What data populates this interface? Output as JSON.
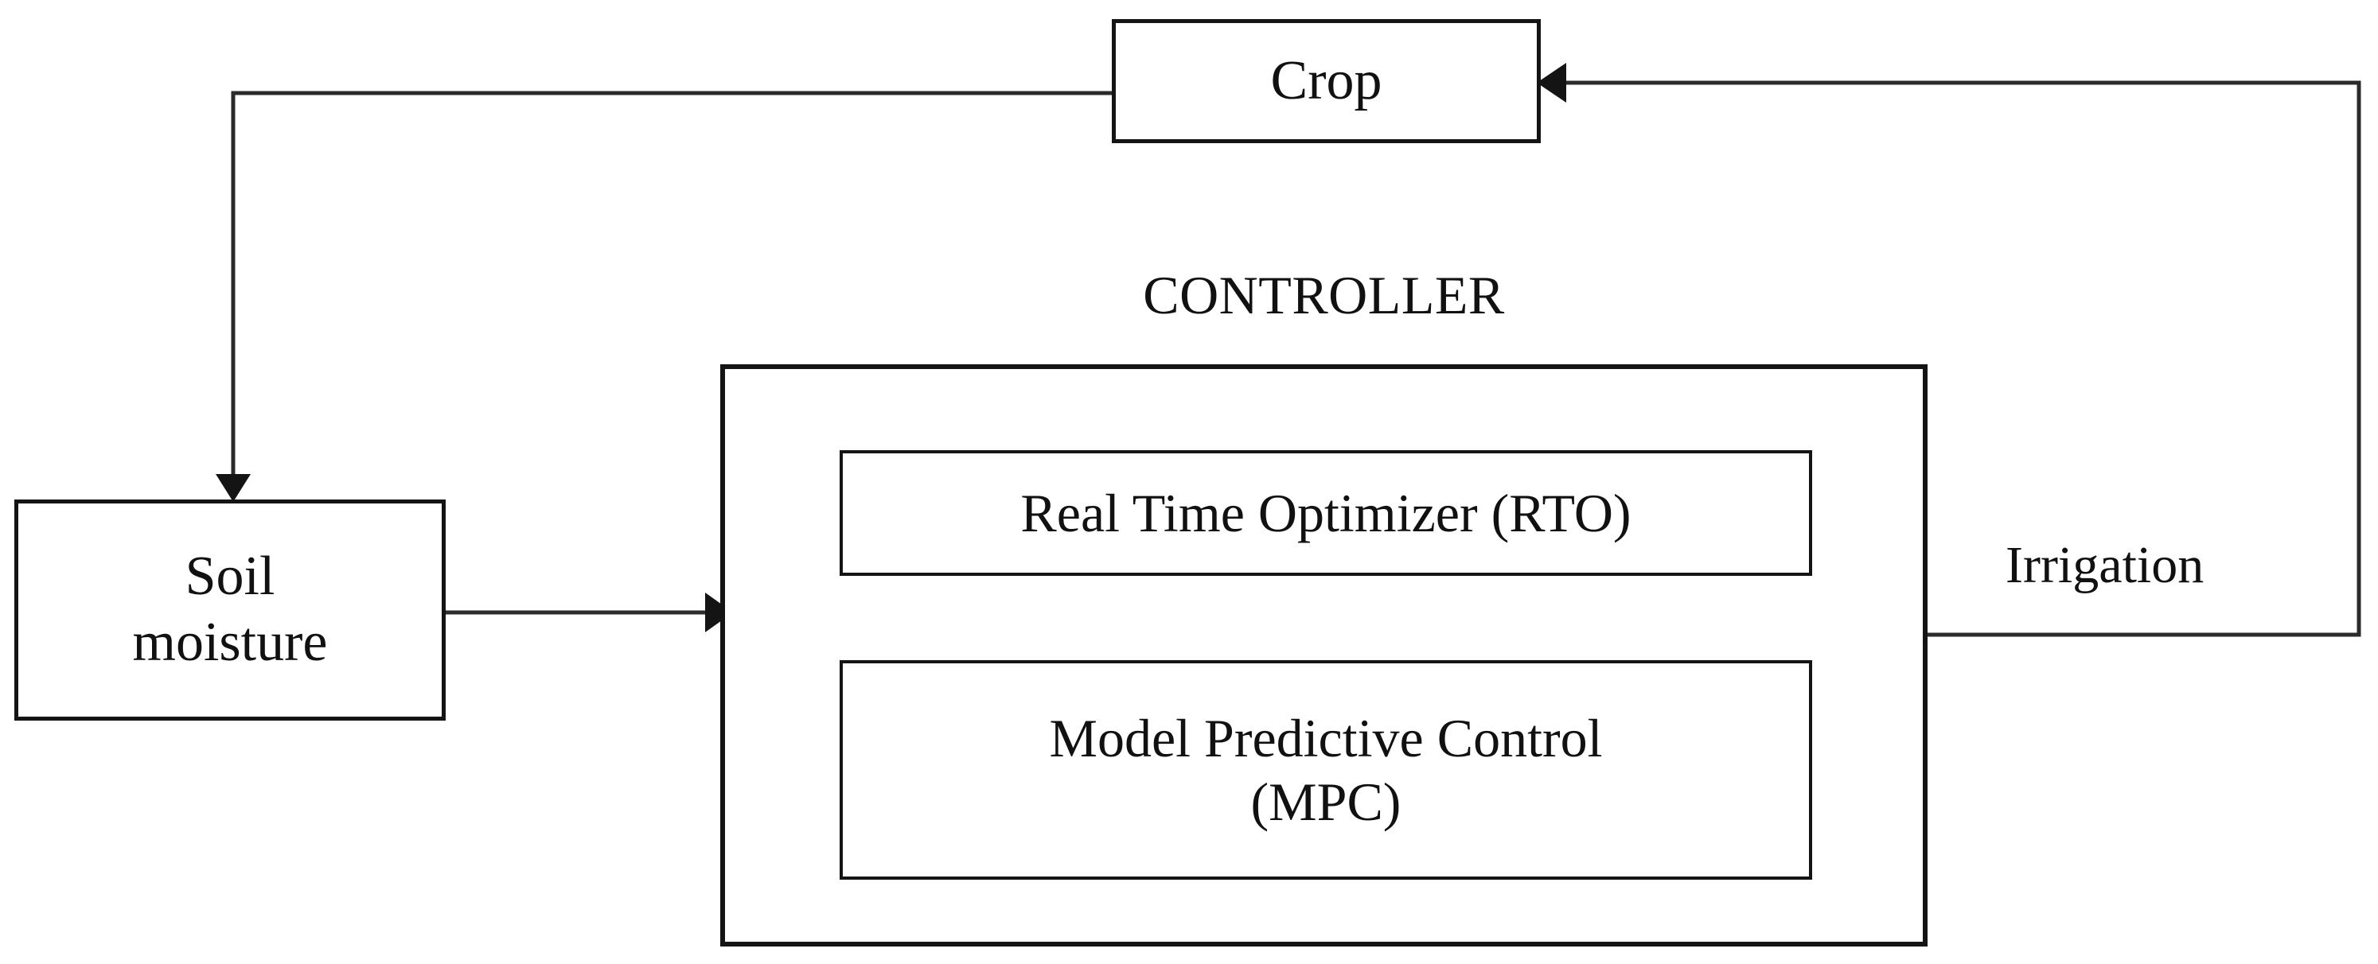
{
  "diagram": {
    "type": "block-diagram",
    "title": "Irrigation closed-loop control block diagram",
    "background_color": "#ffffff",
    "line_color": "#141414",
    "nodes": [
      {
        "id": "crop",
        "label": "Crop",
        "shape": "rectangle"
      },
      {
        "id": "soil_moisture",
        "label": "Soil\nmoisture",
        "shape": "rectangle"
      },
      {
        "id": "controller",
        "label": "CONTROLLER",
        "shape": "rectangle-container"
      },
      {
        "id": "rto",
        "label": "Real Time Optimizer (RTO)",
        "shape": "rectangle"
      },
      {
        "id": "mpc",
        "label": "Model Predictive Control\n(MPC)",
        "shape": "rectangle"
      }
    ],
    "edges": [
      {
        "from": "crop",
        "to": "soil_moisture",
        "label": "",
        "style": "orthogonal",
        "arrow": "end"
      },
      {
        "from": "soil_moisture",
        "to": "controller",
        "label": "",
        "style": "straight",
        "arrow": "end"
      },
      {
        "from": "controller",
        "to": "crop",
        "label": "Irrigation",
        "style": "orthogonal",
        "arrow": "end"
      }
    ]
  },
  "boxes": {
    "crop": {
      "label": "Crop"
    },
    "soil_moisture": {
      "line1": "Soil",
      "line2": "moisture"
    },
    "rto": {
      "label": "Real Time Optimizer (RTO)"
    },
    "mpc": {
      "line1": "Model Predictive Control",
      "line2": "(MPC)"
    }
  },
  "labels": {
    "controller": "CONTROLLER",
    "irrigation": "Irrigation"
  },
  "colors": {
    "stroke": "#141414",
    "thin_stroke": "#2b2b2b",
    "background": "#ffffff",
    "text": "#111111"
  }
}
